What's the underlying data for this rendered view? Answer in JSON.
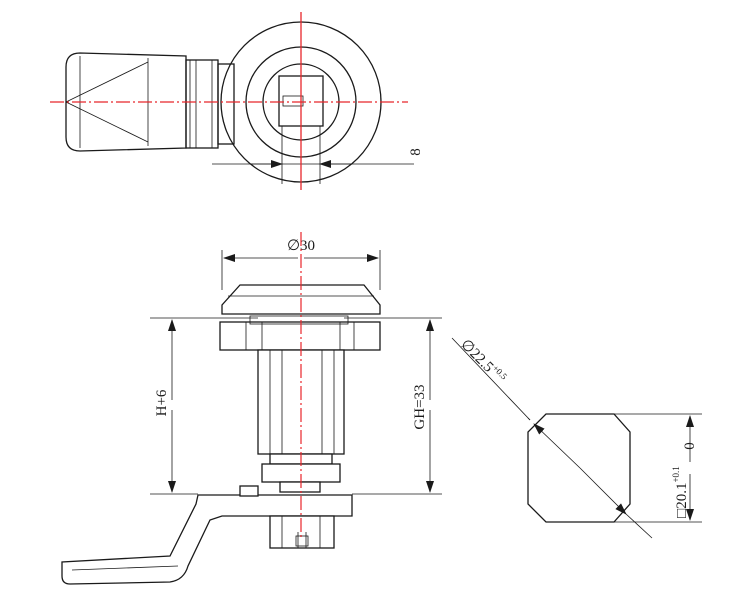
{
  "dimensions": {
    "slot_width": "8",
    "diameter_top": "∅30",
    "height_left": "H+6",
    "height_right": "GH=33",
    "diag_diameter": "∅22.5",
    "diag_tol": "+0.5",
    "square_size": "□20.1",
    "square_tol_upper": "+0.1",
    "square_tol_lower": "0"
  },
  "colors": {
    "centerline": "#e8262b",
    "outline": "#1a1a1a"
  }
}
